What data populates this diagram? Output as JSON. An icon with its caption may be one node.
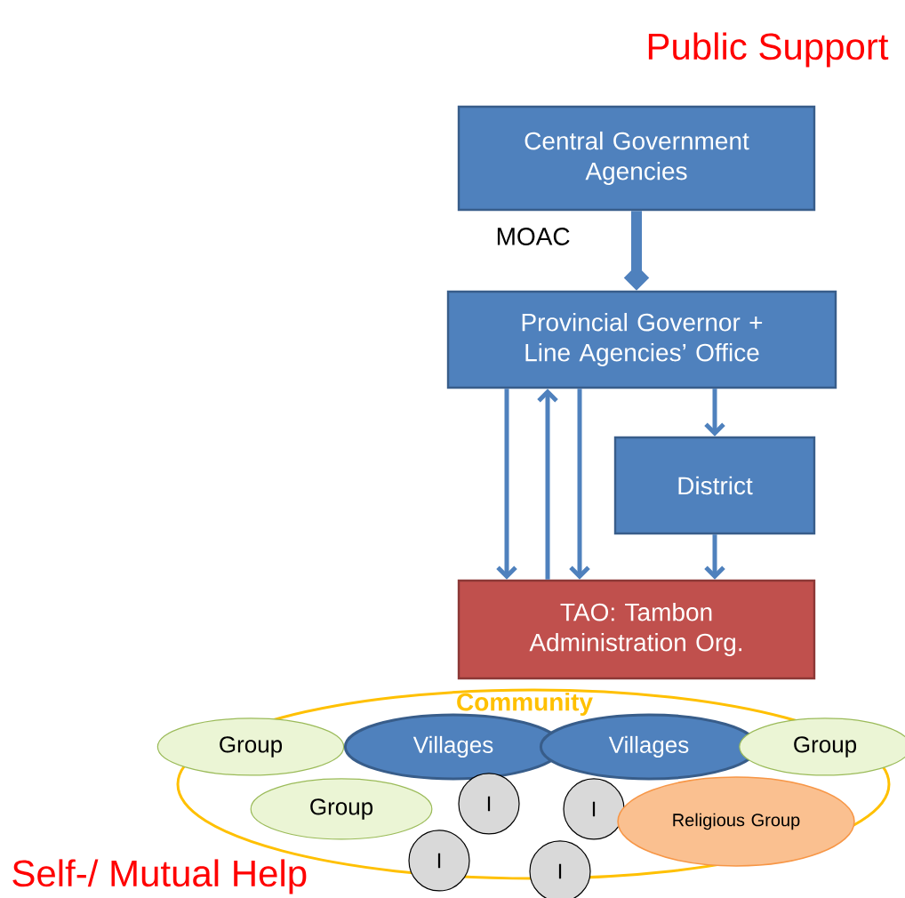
{
  "diagram": {
    "nodes": [
      {
        "text": [
          "Central Government Agencies"
        ]
      },
      {
        "text": [
          "Provincial Governor + Line Agencies’ Office"
        ]
      },
      {
        "text": [
          "District"
        ]
      },
      {
        "text": [
          "TAO: Tambon Administration Org."
        ]
      },
      {
        "text": [
          "Community"
        ]
      },
      {
        "text": [
          "Group"
        ]
      },
      {
        "text": [
          "Villages"
        ],
        "in": 4
      },
      {
        "text": [
          "Villages"
        ],
        "in": 4
      },
      {
        "text": [
          "Group"
        ]
      },
      {
        "text": [
          "Group"
        ],
        "in": 4
      },
      {
        "text": [
          "I"
        ],
        "in": 4
      },
      {
        "text": [
          "I"
        ],
        "in": 4
      },
      {
        "text": [
          "Religious Group"
        ],
        "in": 4
      },
      {
        "text": [
          "I"
        ]
      },
      {
        "text": [
          "I"
        ]
      }
    ],
    "edges": [
      {
        "from": 0,
        "to": 1,
        "arrow": "to",
        "style": "thick",
        "label": "MOAC"
      },
      {
        "from": 1,
        "to": 3,
        "arrow": "to"
      },
      {
        "from": 3,
        "to": 1,
        "arrow": "to"
      },
      {
        "from": 1,
        "to": 3,
        "arrow": "to"
      },
      {
        "from": 1,
        "to": 2,
        "arrow": "to"
      },
      {
        "from": 2,
        "to": 3,
        "arrow": "to"
      }
    ],
    "labels": [
      "Public Support",
      "Self-/ Mutual Help"
    ]
  }
}
